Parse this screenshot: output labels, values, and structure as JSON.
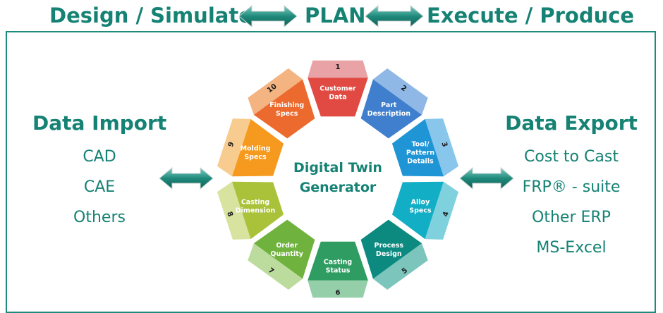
{
  "header": {
    "left": "Design / Simulate",
    "center": "PLAN",
    "right": "Execute / Produce"
  },
  "import": {
    "title": "Data Import",
    "items": [
      "CAD",
      "CAE",
      "Others"
    ]
  },
  "export": {
    "title": "Data Export",
    "items": [
      "Cost to Cast",
      "FRP® - suite",
      "Other ERP",
      "MS-Excel"
    ]
  },
  "center": {
    "line1": "Digital Twin",
    "line2": "Generator"
  },
  "segments": [
    {
      "num": "1",
      "label": [
        "Customer",
        "Data"
      ],
      "color": "#e04a42",
      "tab": "#e9a3a6"
    },
    {
      "num": "2",
      "label": [
        "Part",
        "Description"
      ],
      "color": "#3f7fcd",
      "tab": "#8fb8e6"
    },
    {
      "num": "3",
      "label": [
        "Tool/",
        "Pattern",
        "Details"
      ],
      "color": "#1f95d6",
      "tab": "#88c6ec"
    },
    {
      "num": "4",
      "label": [
        "Alloy",
        "Specs"
      ],
      "color": "#12aec5",
      "tab": "#7fd1de"
    },
    {
      "num": "5",
      "label": [
        "Process",
        "Design"
      ],
      "color": "#0d8a80",
      "tab": "#7cc5bd"
    },
    {
      "num": "6",
      "label": [
        "Casting",
        "Status"
      ],
      "color": "#2f9c62",
      "tab": "#94cfa9"
    },
    {
      "num": "7",
      "label": [
        "Order",
        "Quantity"
      ],
      "color": "#6fb23d",
      "tab": "#bcdc9d"
    },
    {
      "num": "8",
      "label": [
        "Casting",
        "Dimension"
      ],
      "color": "#a9c23a",
      "tab": "#d8e3a0"
    },
    {
      "num": "9",
      "label": [
        "Molding",
        "Specs"
      ],
      "color": "#f59a1f",
      "tab": "#f8cc8f"
    },
    {
      "num": "10",
      "label": [
        "Finishing",
        "Specs"
      ],
      "color": "#ec6a2e",
      "tab": "#f3b482"
    }
  ],
  "colors": {
    "accent": "#158274",
    "arrow": "#2d9d8e"
  }
}
